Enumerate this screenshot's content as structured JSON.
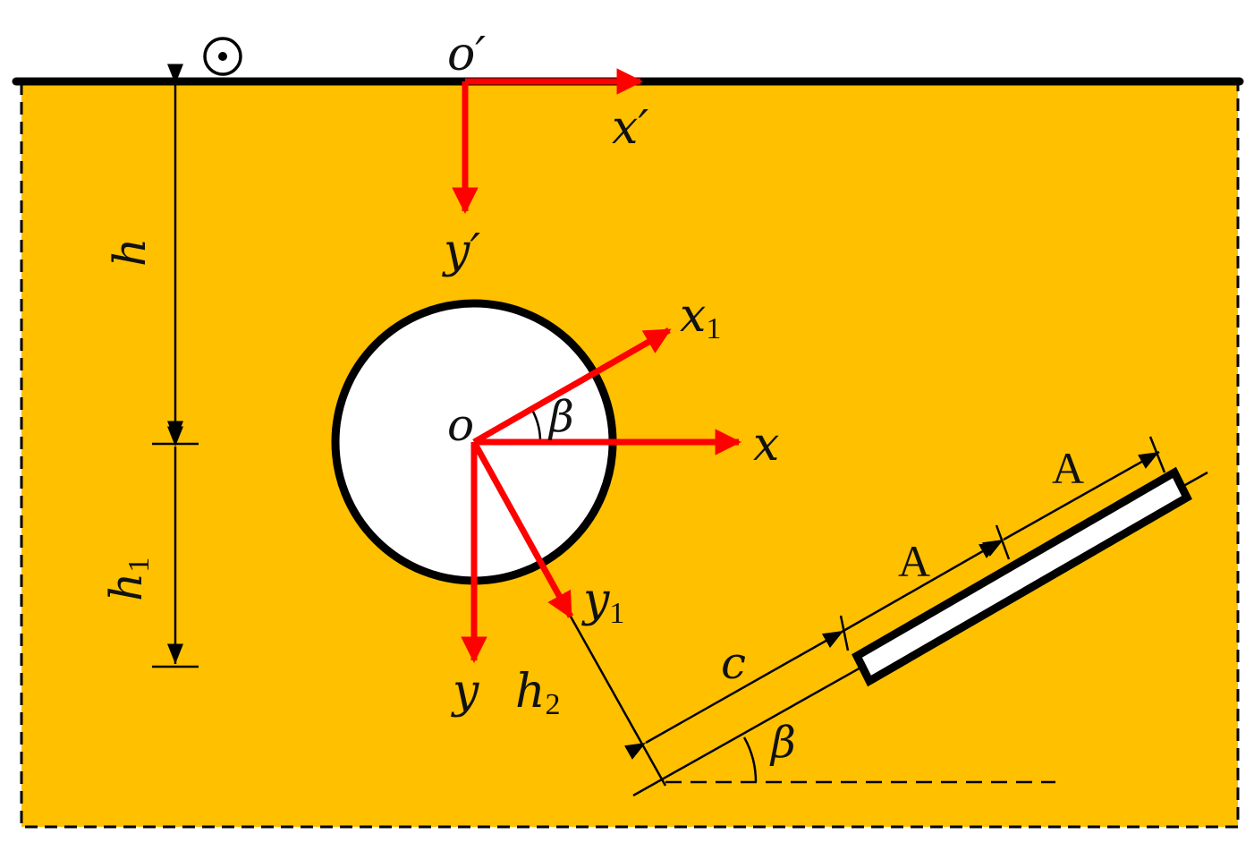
{
  "colors": {
    "medium": "#FFC000",
    "axis": "#FF0000",
    "stroke": "#000000",
    "cavity": "#FFFFFF"
  },
  "icons": {
    "out_of_plane": "circle-dot-icon"
  },
  "labels": {
    "o_prime": "o′",
    "x_prime": "x′",
    "y_prime": "y′",
    "o": "o",
    "x": "x",
    "y": "y",
    "x1_base": "x",
    "x1_sub": "1",
    "y1_base": "y",
    "y1_sub": "1",
    "beta_center": "β",
    "beta_bottom": "β",
    "h": "h",
    "h1_base": "h",
    "h1_sub": "1",
    "h2_base": "h",
    "h2_sub": "2",
    "c": "c",
    "A_first": "A",
    "A_second": "A"
  }
}
